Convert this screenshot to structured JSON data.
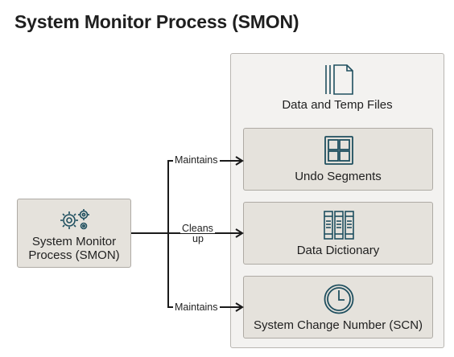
{
  "title": "System Monitor Process (SMON)",
  "process": {
    "label_line1": "System Monitor",
    "label_line2": "Process (SMON)",
    "icon": "gears-icon"
  },
  "container": {
    "title": "Data and Temp Files",
    "icon": "files-icon"
  },
  "targets": [
    {
      "label": "Undo Segments",
      "icon": "grid-icon",
      "action": "Maintains"
    },
    {
      "label": "Data Dictionary",
      "icon": "catalog-icon",
      "action_line1": "Cleans",
      "action_line2": "up"
    },
    {
      "label": "System Change Number (SCN)",
      "icon": "clock-icon",
      "action": "Maintains"
    }
  ]
}
